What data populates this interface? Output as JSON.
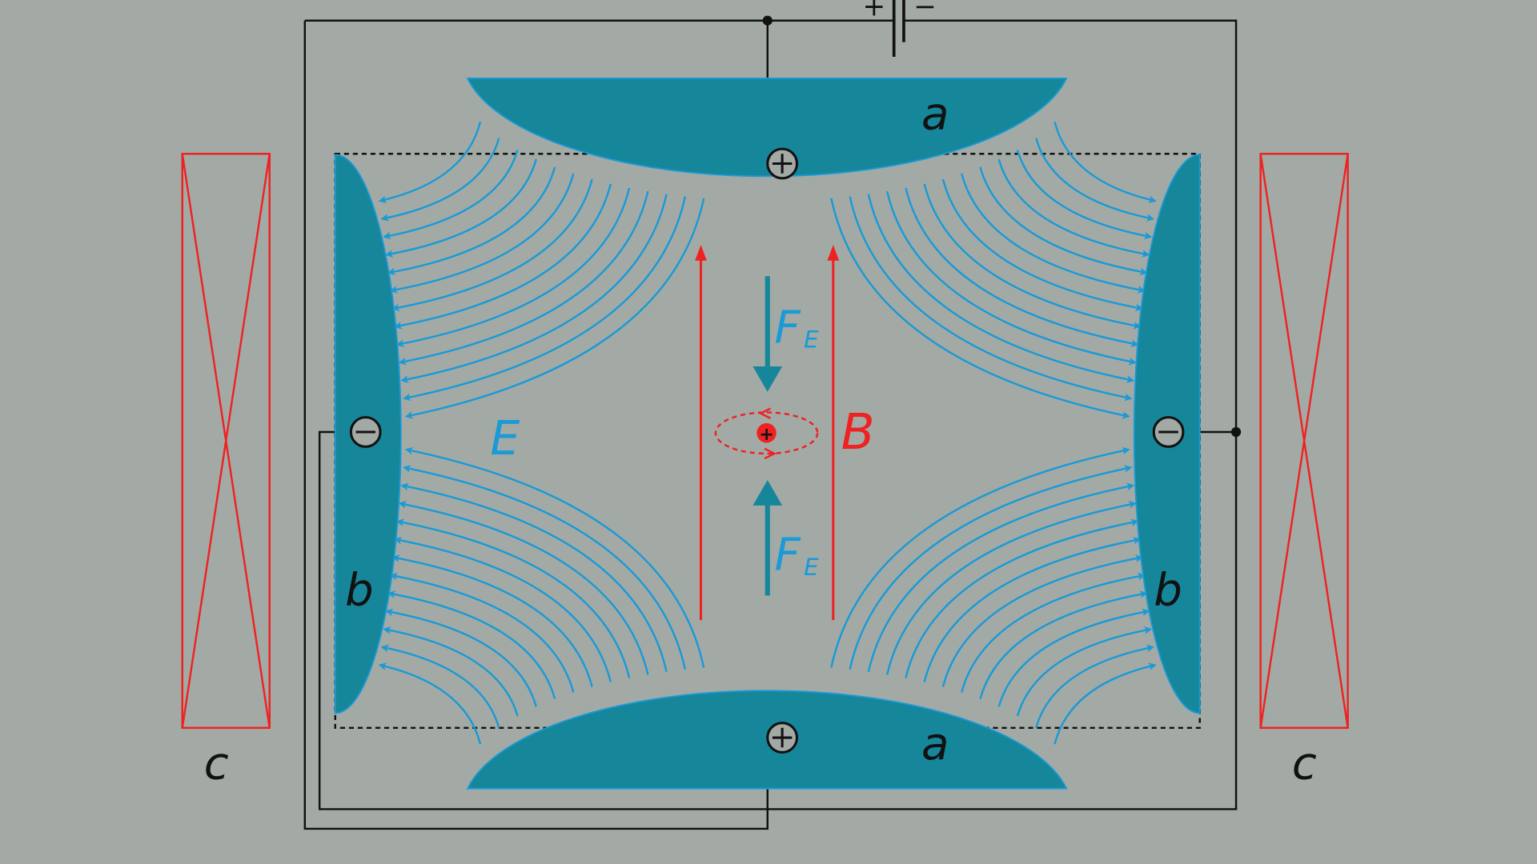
{
  "labels": {
    "electrode_a_top": "a",
    "electrode_a_bottom": "a",
    "electrode_b_left": "b",
    "electrode_b_right": "b",
    "coil_left": "c",
    "coil_right": "c",
    "electric_field": "E",
    "magnetic_field": "B",
    "force_top": "F",
    "force_top_sub": "E",
    "force_bottom": "F",
    "force_bottom_sub": "E",
    "battery_plus": "+",
    "battery_minus": "−",
    "charge_plus": "+",
    "charge_minus": "−"
  },
  "colors": {
    "background": "#a3aaa5",
    "electrode": "#16869b",
    "field_line": "#1a9ad6",
    "magnetic": "#ee2222",
    "wire": "#111111"
  }
}
